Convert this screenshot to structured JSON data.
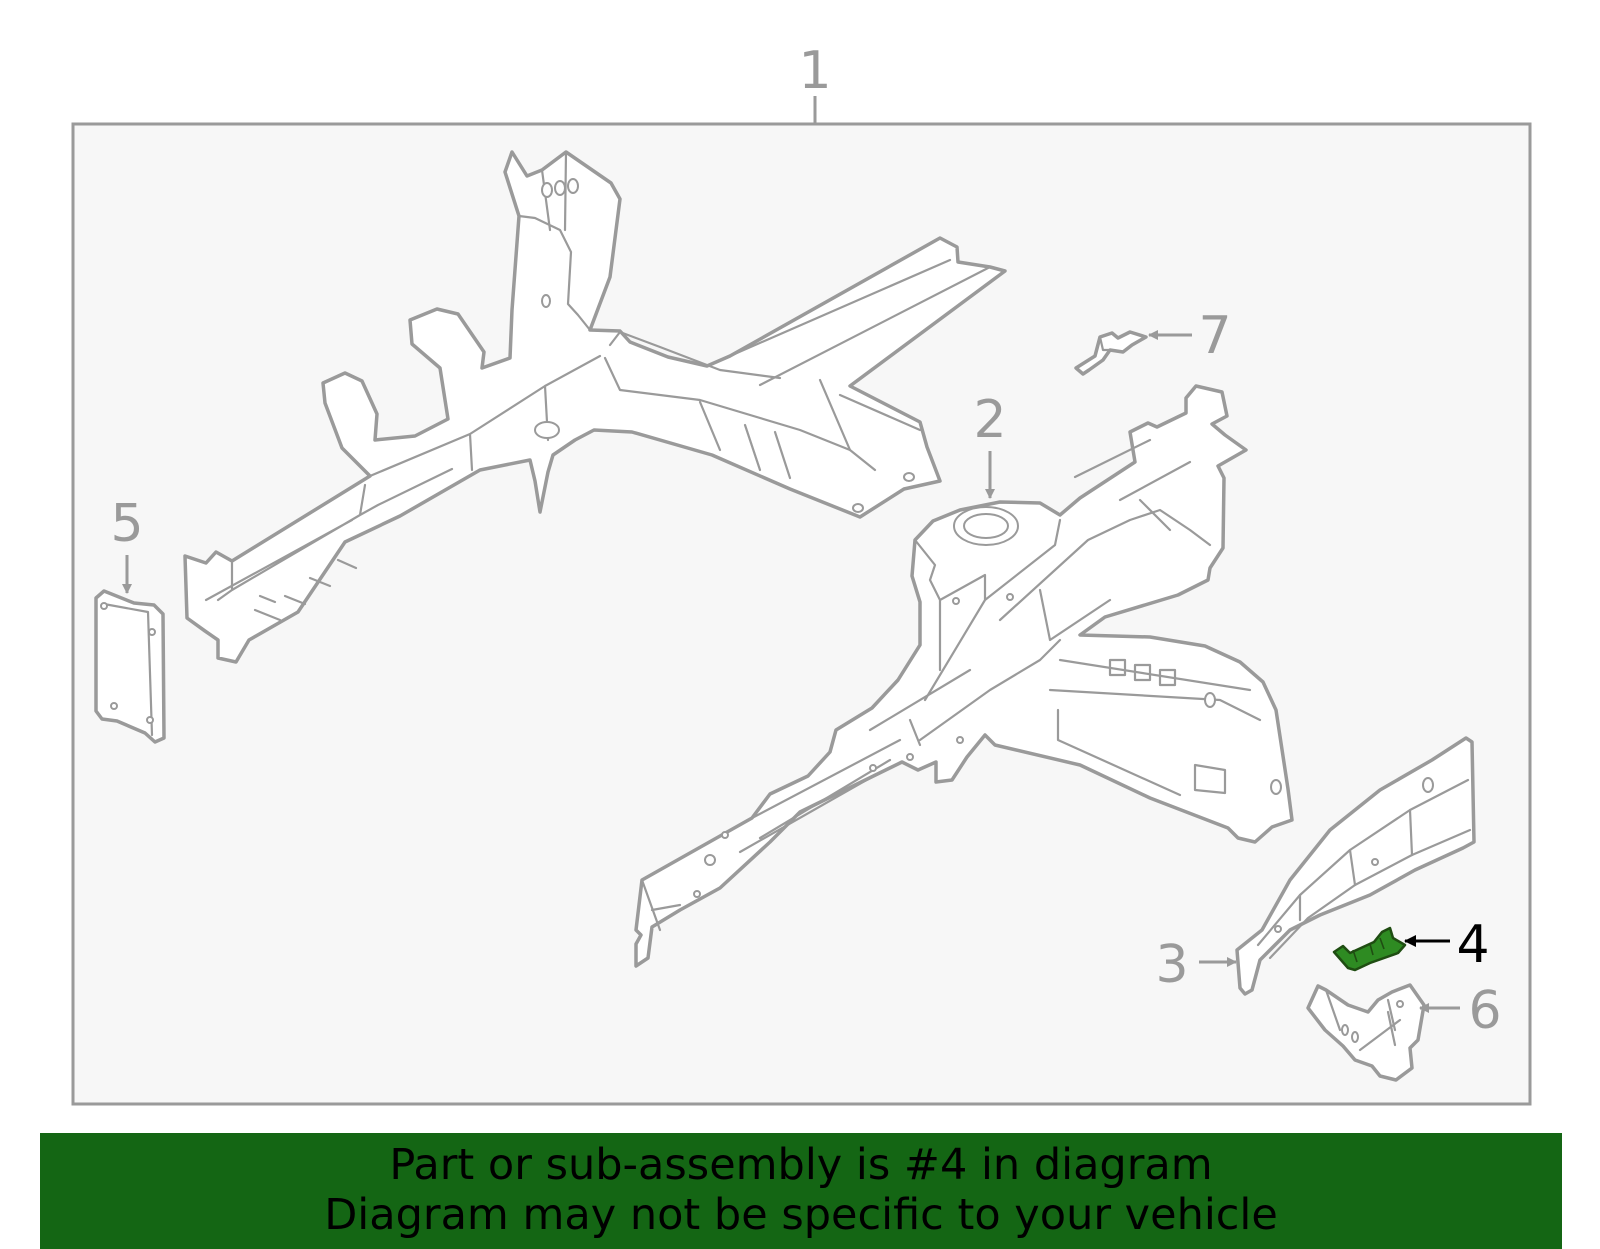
{
  "callouts": {
    "c1": "1",
    "c2": "2",
    "c3": "3",
    "c4": "4",
    "c5": "5",
    "c6": "6",
    "c7": "7"
  },
  "highlighted_callout": "4",
  "colors": {
    "line": "#9a9a9a",
    "panel_background": "#f7f7f7",
    "highlight_part": "#2e8b22",
    "banner_background": "#146614",
    "banner_text": "#000000"
  },
  "banner": {
    "line1": "Part or sub-assembly is #4 in diagram",
    "line2": "Diagram may not be specific to your vehicle"
  }
}
